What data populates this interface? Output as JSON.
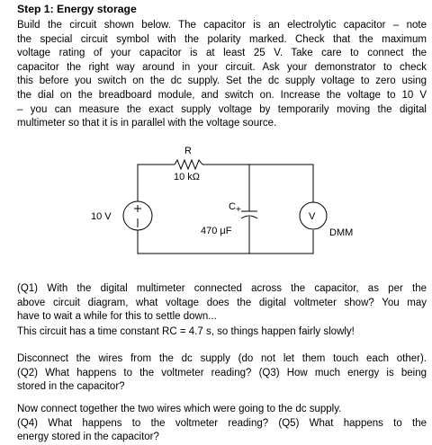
{
  "heading": "Step 1: Energy storage",
  "intro_lines": [
    "Build the circuit shown below. The capacitor is an electrolytic capacitor – note",
    "the special circuit symbol with the polarity marked. Check that the maximum",
    "voltage rating of your capacitor is at least 25 V. Take care to connect the",
    "capacitor the right way around in your circuit. Ask your demonstrator to check",
    "this before you switch on the dc supply. Set the dc supply voltage to zero using",
    "the dial on the breadboard module, and switch on.  Increase the voltage to 10 V",
    "– you can measure the exact supply voltage by temporarily moving the digital",
    "multimeter so that it is in parallel with the voltage source."
  ],
  "circuit": {
    "resistor_label": "R",
    "resistor_value": "10 kΩ",
    "source_label": "10 V",
    "source_plus": "+",
    "capacitor_label": "C",
    "capacitor_plus": "+",
    "capacitor_value": "470 μF",
    "meter_symbol": "V",
    "meter_label": "DMM"
  },
  "q1_lines": [
    "(Q1) With the digital multimeter connected across the capacitor, as per the",
    "above circuit diagram, what voltage does the digital voltmeter show? You may",
    "have to wait a while for this to settle down..."
  ],
  "time_constant": "This circuit has a time constant RC = 4.7 s, so things happen fairly slowly!",
  "q2_lines": [
    "Disconnect the wires from the dc supply (do not let them touch each other).",
    "(Q2) What happens to the voltmeter reading? (Q3) How much energy is being",
    "stored in the capacitor?"
  ],
  "q4_lines": [
    "Now connect together the two wires which were going to the dc supply.",
    "(Q4) What happens to the voltmeter reading? (Q5) What happens  to  the",
    "energy stored in the capacitor?"
  ]
}
